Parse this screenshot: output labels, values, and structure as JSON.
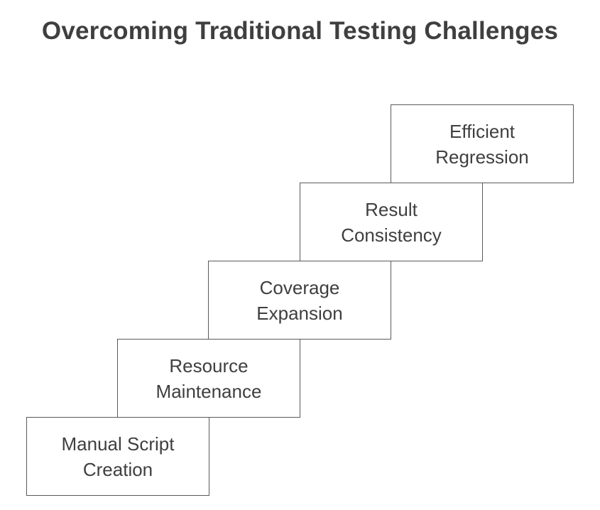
{
  "diagram": {
    "title": "Overcoming Traditional Testing Challenges",
    "steps": [
      {
        "label": "Manual Script Creation"
      },
      {
        "label": "Resource Maintenance"
      },
      {
        "label": "Coverage Expansion"
      },
      {
        "label": "Result Consistency"
      },
      {
        "label": "Efficient Regression"
      }
    ]
  },
  "colors": {
    "text": "#3f3f3f",
    "border": "#5a5a5a",
    "background": "#ffffff"
  }
}
